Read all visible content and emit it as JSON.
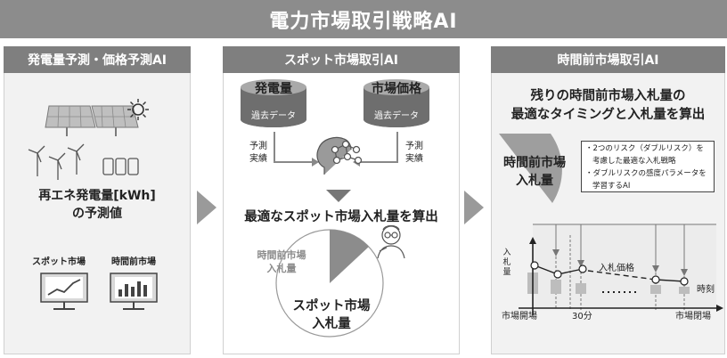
{
  "title": "電力市場取引戦略AI",
  "panel1": {
    "header": "発電量予測・価格予測AI",
    "forecast_line1": "再エネ発電量[kWh]",
    "forecast_line2": "の予測値",
    "spot_label": "スポット市場",
    "intraday_label": "時間前市場"
  },
  "panel2": {
    "header": "スポット市場取引AI",
    "db_left_title": "発電量",
    "db_left_sub": "過去データ",
    "db_right_title": "市場価格",
    "db_right_sub": "過去データ",
    "left_note": [
      "予測",
      "実績"
    ],
    "right_note": [
      "予測",
      "実績"
    ],
    "headline": "最適なスポット市場入札量を算出",
    "pie_small_label": [
      "時間前市場",
      "入札量"
    ],
    "pie_main_label": [
      "スポット市場",
      "入札量"
    ]
  },
  "panel3": {
    "header": "時間前市場取引AI",
    "headline_line1": "残りの時間前市場入札量の",
    "headline_line2": "最適なタイミングと入札量を算出",
    "wedge_label": [
      "時間前市場",
      "入札量"
    ],
    "note_lines": [
      "・2つのリスク（ダブルリスク）を",
      "考慮した最適な入札戦略",
      "・ダブルリスクの感度パラメータを",
      "学習するAI"
    ],
    "y_axis_label": [
      "入",
      "札",
      "量"
    ],
    "price_label": "入札価格",
    "time_label": "時刻",
    "x_labels": [
      "市場開場",
      "30分",
      "市場閉場"
    ]
  }
}
